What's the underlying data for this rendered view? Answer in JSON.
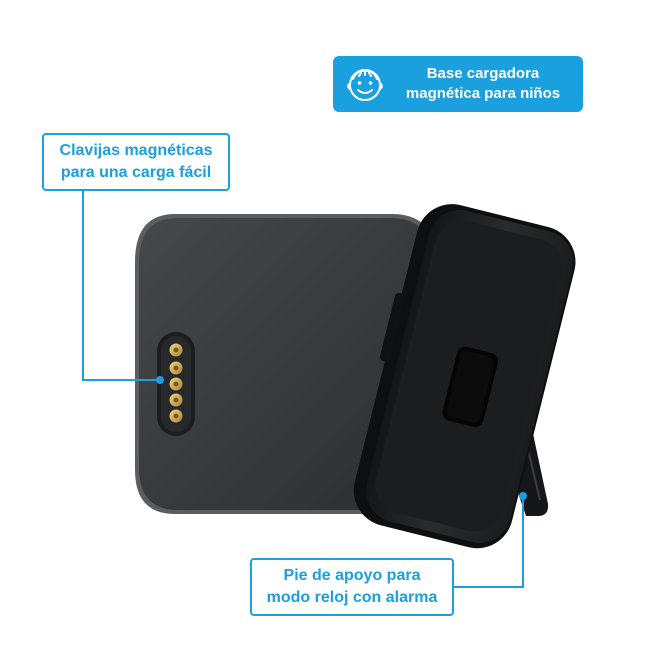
{
  "header": {
    "line1": "Base cargadora",
    "line2": "magnética para niños",
    "icon": "child-face-icon"
  },
  "callouts": {
    "pins": {
      "line1": "Clavijas magnéticas",
      "line2": "para una carga fácil"
    },
    "stand": {
      "line1": "Pie de apoyo para",
      "line2": "modo reloj con alarma"
    }
  },
  "colors": {
    "accent": "#1aa0de",
    "base": "#35383b",
    "case": "#1e1f21",
    "pin": "#c9a44c"
  }
}
